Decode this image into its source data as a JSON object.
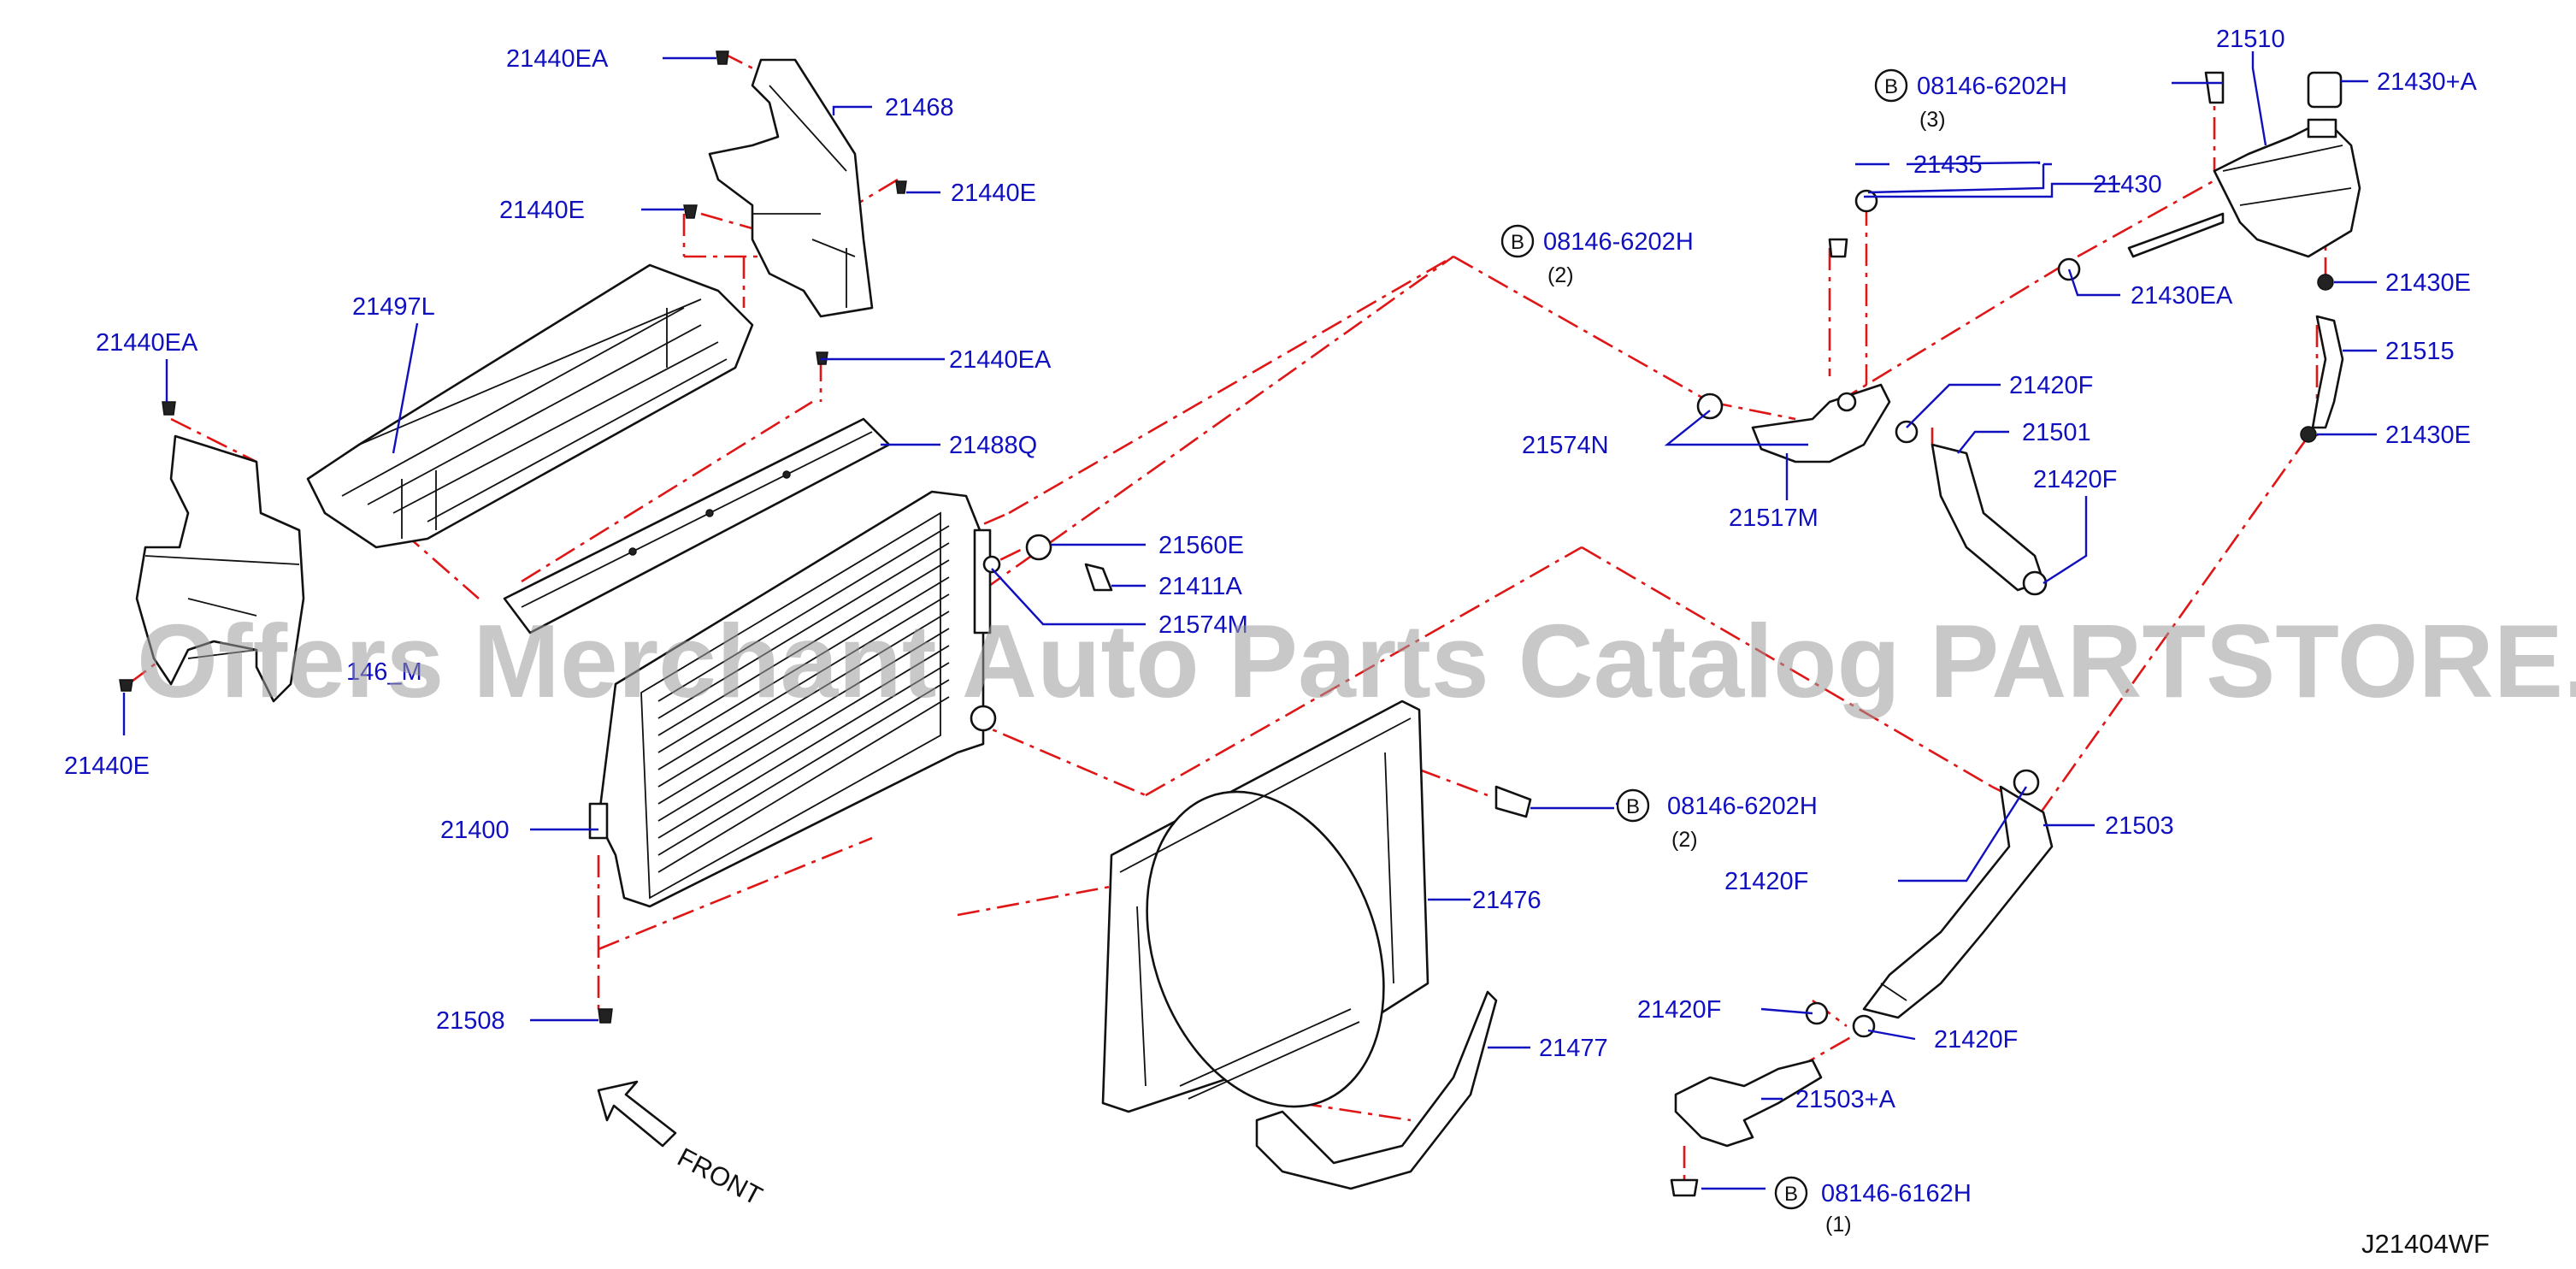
{
  "diagram": {
    "reference_code": "J21404WF",
    "front_label": "FRONT",
    "watermark": "Offers Merchant Auto Parts Catalog PARTSTORE.SA",
    "bolt_symbol": "B",
    "labels": [
      {
        "id": "21440EA_a",
        "text": "21440EA"
      },
      {
        "id": "21468",
        "text": "21468"
      },
      {
        "id": "21440E_a",
        "text": "21440E"
      },
      {
        "id": "21440E_b",
        "text": "21440E"
      },
      {
        "id": "21497L",
        "text": "21497L"
      },
      {
        "id": "21440EA_b",
        "text": "21440EA"
      },
      {
        "id": "21440EA_c",
        "text": "21440EA"
      },
      {
        "id": "21488Q",
        "text": "21488Q"
      },
      {
        "id": "21560E",
        "text": "21560E"
      },
      {
        "id": "21411A",
        "text": "21411A"
      },
      {
        "id": "21574M",
        "text": "21574M"
      },
      {
        "id": "146xM",
        "text": "146_M"
      },
      {
        "id": "21440E_c",
        "text": "21440E"
      },
      {
        "id": "21400",
        "text": "21400"
      },
      {
        "id": "21508",
        "text": "21508"
      },
      {
        "id": "21476",
        "text": "21476"
      },
      {
        "id": "21477",
        "text": "21477"
      },
      {
        "id": "21510",
        "text": "21510"
      },
      {
        "id": "21430A",
        "text": "21430+A"
      },
      {
        "id": "21435",
        "text": "21435"
      },
      {
        "id": "21430",
        "text": "21430"
      },
      {
        "id": "21430EA",
        "text": "21430EA"
      },
      {
        "id": "21430E_a",
        "text": "21430E"
      },
      {
        "id": "21515",
        "text": "21515"
      },
      {
        "id": "21430E_b",
        "text": "21430E"
      },
      {
        "id": "21420F_a",
        "text": "21420F"
      },
      {
        "id": "21501",
        "text": "21501"
      },
      {
        "id": "21420F_b",
        "text": "21420F"
      },
      {
        "id": "21574N",
        "text": "21574N"
      },
      {
        "id": "21517M",
        "text": "21517M"
      },
      {
        "id": "21503",
        "text": "21503"
      },
      {
        "id": "21420F_c",
        "text": "21420F"
      },
      {
        "id": "21420F_d",
        "text": "21420F"
      },
      {
        "id": "21420F_e",
        "text": "21420F"
      },
      {
        "id": "21503A",
        "text": "21503+A"
      }
    ],
    "bolts": [
      {
        "id": "bolt_top",
        "part": "08146-6202H",
        "qty": "(3)"
      },
      {
        "id": "bolt_mid",
        "part": "08146-6202H",
        "qty": "(2)"
      },
      {
        "id": "bolt_shroud",
        "part": "08146-6202H",
        "qty": "(2)"
      },
      {
        "id": "bolt_bottom",
        "part": "08146-6162H",
        "qty": "(1)"
      }
    ]
  }
}
